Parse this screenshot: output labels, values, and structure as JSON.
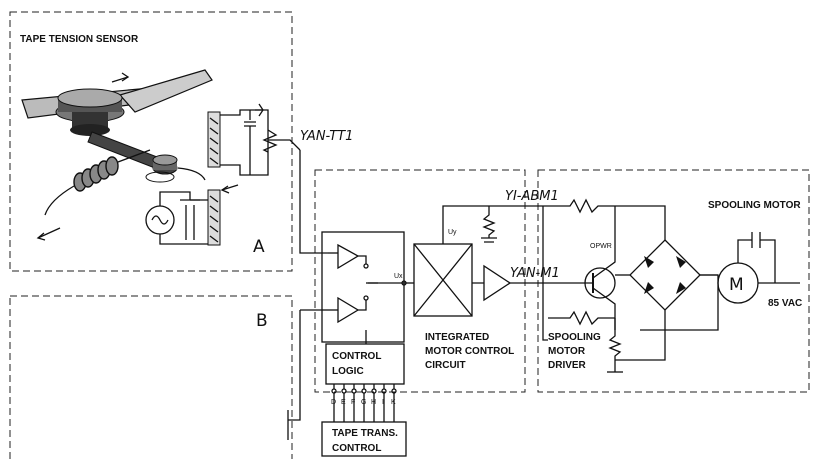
{
  "labels": {
    "tape_tension_sensor": "TAPE TENSION SENSOR",
    "region_a": "A",
    "region_b": "B",
    "yan_tt1": "YAN-TT1",
    "yn_abm1": "YI-ABM1",
    "yan_m1": "YAN-M1",
    "uy": "Uy",
    "ux": "Ux",
    "opwr": "OPWR",
    "spooling_motor": "SPOOLING MOTOR",
    "motor_symbol": "M",
    "vac": "85 VAC",
    "integrated_line1": "INTEGRATED",
    "integrated_line2": "MOTOR CONTROL",
    "integrated_line3": "CIRCUIT",
    "driver_line1": "SPOOLING",
    "driver_line2": "MOTOR",
    "driver_line3": "DRIVER",
    "control_logic_line1": "CONTROL",
    "control_logic_line2": "LOGIC",
    "tape_trans_line1": "TAPE TRANS.",
    "tape_trans_line2": "CONTROL",
    "pins": [
      "D",
      "E",
      "F",
      "G",
      "H",
      "I",
      "K"
    ]
  }
}
